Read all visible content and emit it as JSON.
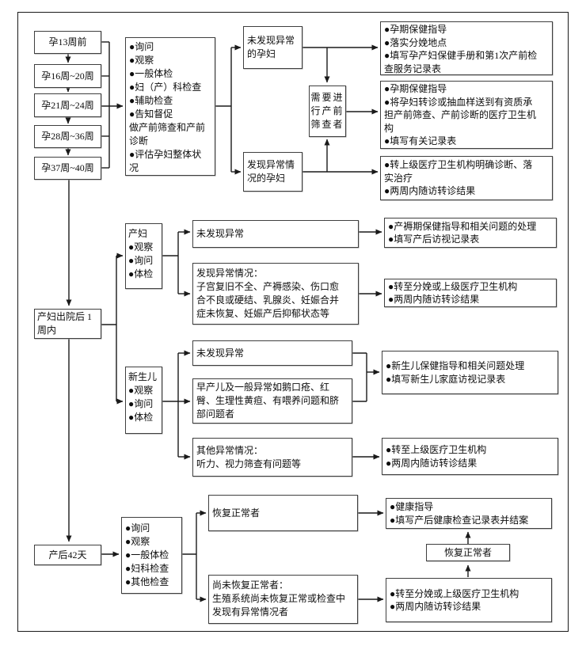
{
  "figure": {
    "kind": "maternal-and-newborn-health-care-flowchart",
    "background_color": "#ffffff",
    "line_color": "#1a1a1a",
    "box_border_color": "#3f3f3f"
  },
  "s1": {
    "stages": [
      "孕13周前",
      "孕16周~20周",
      "孕21周~24周",
      "孕28周~36周",
      "孕37周~40周"
    ],
    "process_lines": [
      "●询问",
      "●观察",
      "●一般体检",
      "●妇（产）科检查",
      "●辅助检查",
      "●告知督促",
      "做产前筛查和产前",
      "诊断",
      "●评估孕妇整体状",
      "况"
    ],
    "no_abnormal_lines": [
      "未发现异常",
      "的孕妇"
    ],
    "need_screening_lines": [
      "需要进",
      "行产前",
      "筛查者"
    ],
    "abnormal_lines": [
      "发现异常情",
      "况的孕妇"
    ],
    "outcome_normal_lines": [
      "●孕期保健指导",
      "●落实分娩地点",
      "●填写孕产妇保健手册和第1次产前检",
      "查服务记录表"
    ],
    "outcome_screening_lines": [
      "●孕期保健指导",
      "●将孕妇转诊或抽血样送到有资质承",
      "担产前筛查、产前诊断的医疗卫生机",
      "构",
      "●填写有关记录表"
    ],
    "outcome_abnormal_lines": [
      "●转上级医疗卫生机构明确诊断、落",
      "实治疗",
      "●两周内随访转诊结果"
    ]
  },
  "s2": {
    "entry_lines": [
      "产妇出院后 1",
      "周内"
    ],
    "mother_lines": [
      "产妇",
      "●观察",
      "●询问",
      "●体检"
    ],
    "newborn_lines": [
      "新生儿",
      "●观察",
      "●询问",
      "●体检"
    ],
    "mother_no_abnormal": "未发现异常",
    "mother_abnormal_lines": [
      "发现异常情况：",
      "子宫复旧不全、产褥感染、伤口愈",
      "合不良或硬结、乳腺炎、妊娠合并",
      "症未恢复、妊娠产后抑郁状态等"
    ],
    "mother_outcome_normal_lines": [
      "●产褥期保健指导和相关问题的处理",
      "●填写产后访视记录表"
    ],
    "mother_outcome_refer_lines": [
      "●转至分娩或上级医疗卫生机构",
      "●两周内随访转诊结果"
    ],
    "newborn_no_abnormal": "未发现异常",
    "newborn_common_lines": [
      "早产儿及一般异常如鹅口疮、红",
      "臀、生理性黄疸、有喂养问题和脐",
      "部问题者"
    ],
    "newborn_other_lines": [
      "其他异常情况：",
      "听力、视力筛查有问题等"
    ],
    "newborn_outcome_normal_lines": [
      "●新生儿保健指导和相关问题处理",
      "●填写新生儿家庭访视记录表"
    ],
    "newborn_outcome_refer_lines": [
      "●转至上级医疗卫生机构",
      "●两周内随访转诊结果"
    ]
  },
  "s3": {
    "entry": "产后42天",
    "process_lines": [
      "●询问",
      "●观察",
      "●一般体检",
      "●妇科检查",
      "●其他检查"
    ],
    "recovered": "恢复正常者",
    "not_recovered_lines": [
      "尚未恢复正常者：",
      "生殖系统尚未恢复正常或检查中",
      "发现有异常情况者"
    ],
    "outcome_recovered_lines": [
      "●健康指导",
      "●填写产后健康检查记录表并结案"
    ],
    "recovered_small": "恢复正常者",
    "outcome_refer_lines": [
      "●转至分娩或上级医疗卫生机构",
      "●两周内随访转诊结果"
    ]
  }
}
